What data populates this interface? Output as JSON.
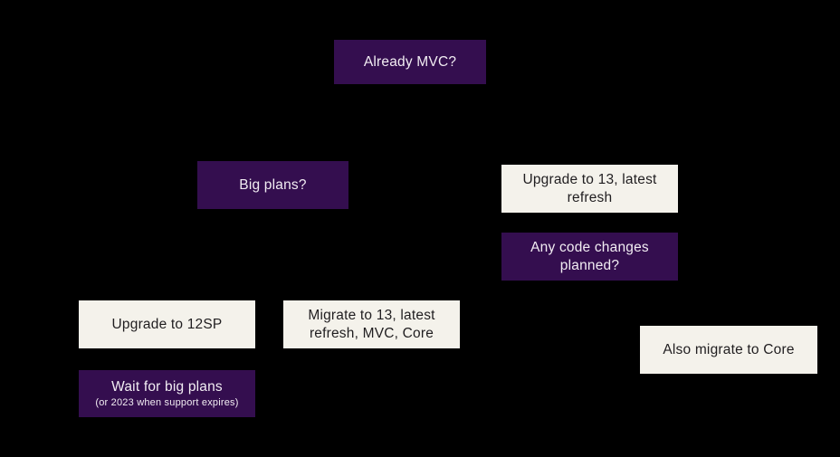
{
  "diagram": {
    "background_color": "#000000",
    "colors": {
      "question_box_bg": "#340e4f",
      "question_box_text": "#f2edf3",
      "action_box_bg": "#f4f2eb",
      "action_box_text": "#201e20"
    },
    "nodes": {
      "already_mvc": {
        "label": "Already MVC?",
        "type": "question"
      },
      "big_plans": {
        "label": "Big plans?",
        "type": "question"
      },
      "upgrade_13": {
        "label": "Upgrade to 13, latest refresh",
        "type": "action"
      },
      "any_code_changes": {
        "label": "Any code changes planned?",
        "type": "question"
      },
      "upgrade_12sp": {
        "label": "Upgrade to 12SP",
        "type": "action"
      },
      "migrate_13": {
        "label": "Migrate to 13, latest refresh, MVC, Core",
        "type": "action"
      },
      "also_migrate_core": {
        "label": "Also migrate to Core",
        "type": "action"
      },
      "wait_big_plans": {
        "label": "Wait for big plans",
        "sublabel": "(or 2023 when support expires)",
        "type": "question"
      }
    }
  }
}
